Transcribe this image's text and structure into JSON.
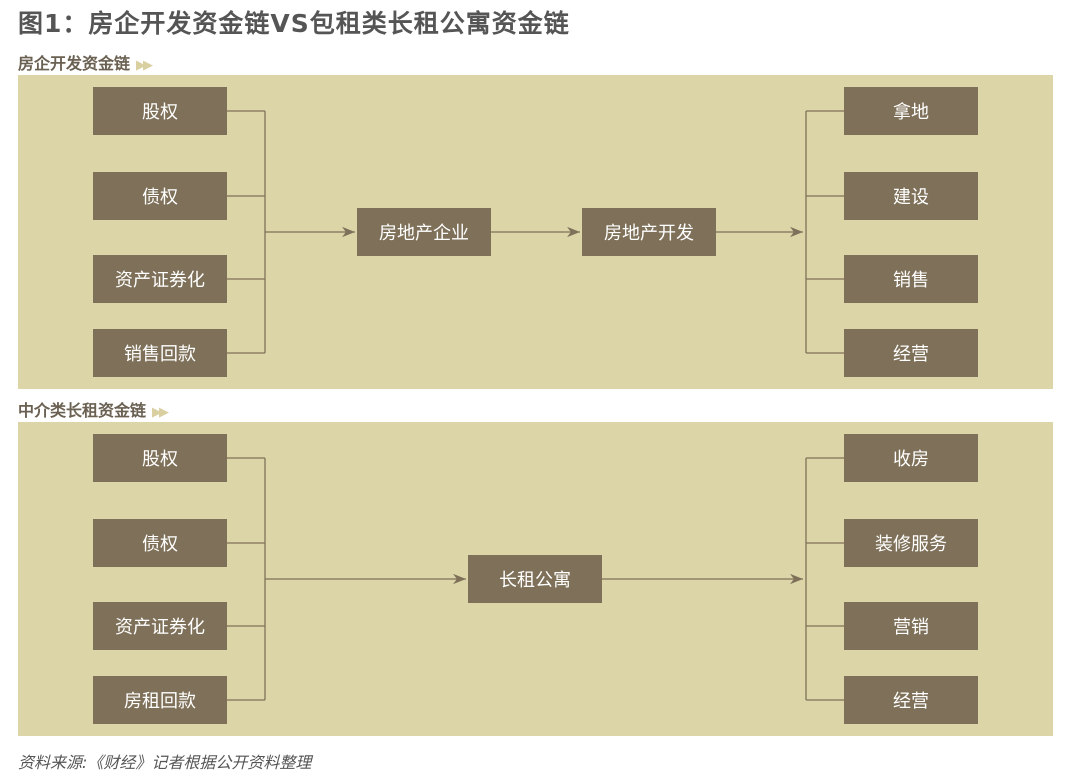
{
  "title": "图1：房企开发资金链VS包租类长租公寓资金链",
  "section1": {
    "label": "房企开发资金链",
    "marker": "▶▶",
    "sources": [
      "股权",
      "债权",
      "资产证券化",
      "销售回款"
    ],
    "center": [
      "房地产企业",
      "房地产开发"
    ],
    "uses": [
      "拿地",
      "建设",
      "销售",
      "经营"
    ]
  },
  "section2": {
    "label": "中介类长租资金链",
    "marker": "▶▶",
    "sources": [
      "股权",
      "债权",
      "资产证券化",
      "房租回款"
    ],
    "center": [
      "长租公寓"
    ],
    "uses": [
      "收房",
      "装修服务",
      "营销",
      "经营"
    ]
  },
  "source_note": "资料来源:《财经》记者根据公开资料整理",
  "colors": {
    "panel": "#dbd5a8",
    "box": "#7f7159",
    "line": "#7f7159"
  }
}
